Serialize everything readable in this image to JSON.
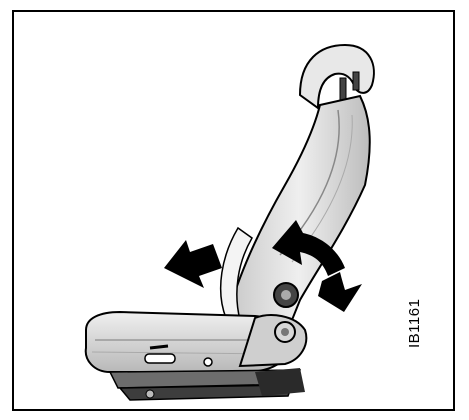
{
  "figure": {
    "code": "IB1161",
    "colors": {
      "seat_fill": "#dcdcdc",
      "seat_dark": "#9a9a9a",
      "arrow_fill": "#000000",
      "outline": "#000000"
    },
    "icons": [
      "seat-illustration",
      "recline-forward-arrow",
      "recline-curved-arrow",
      "recline-knob-icon"
    ]
  }
}
